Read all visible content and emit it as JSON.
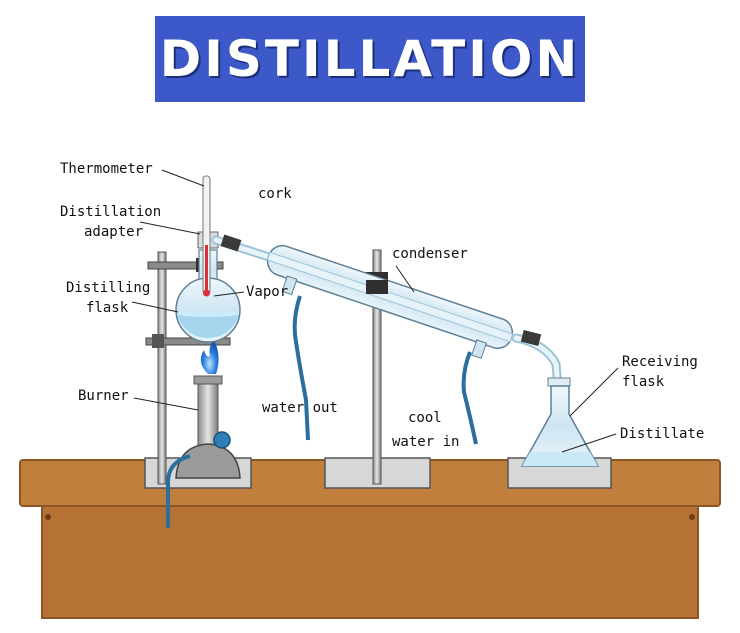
{
  "title": "DISTILLATION",
  "labels": {
    "thermometer": "Thermometer",
    "cork": "cork",
    "distillation_adapter_line1": "Distillation",
    "distillation_adapter_line2": "adapter",
    "condenser": "condenser",
    "distilling_flask_line1": "Distilling",
    "distilling_flask_line2": "flask",
    "vapor": "Vapor",
    "burner": "Burner",
    "water_out": "water out",
    "cool_water_in_line1": "cool",
    "cool_water_in_line2": "water in",
    "receiving_flask_line1": "Receiving",
    "receiving_flask_line2": "flask",
    "distillate": "Distillate"
  },
  "colors": {
    "title_background": "#3d58c9",
    "table_top": "#c17f3e",
    "table_body": "#b57234",
    "glass": "#cfe6f2",
    "liquid": "#9fd3ec",
    "tube": "#2a6f9e",
    "flame": "#2b7fe0"
  }
}
